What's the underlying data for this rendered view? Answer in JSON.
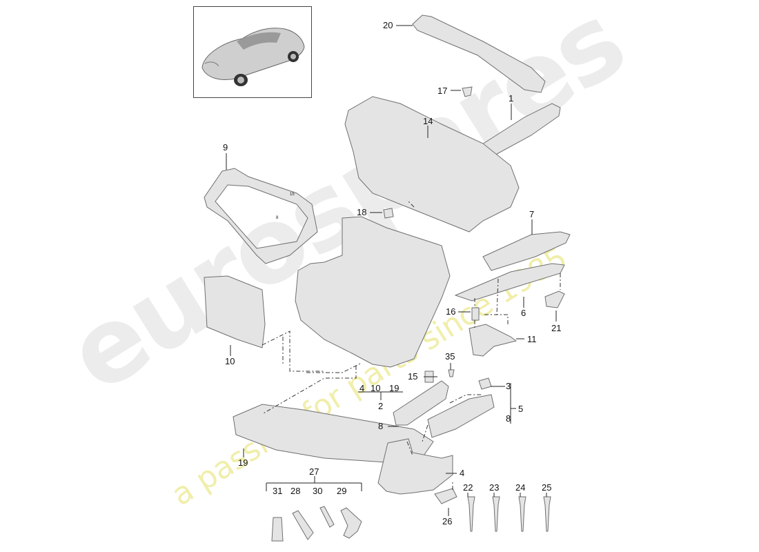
{
  "watermark": {
    "brand": "eurospares",
    "tagline": "a passion for parts since 1985",
    "brand_color": "#e9e9e9",
    "tagline_color": "#f2f0a8"
  },
  "thumbnail": {
    "icon": "car-icon"
  },
  "part_numbers": {
    "p1": "1",
    "p2": "2",
    "p3": "3",
    "p4a": "4",
    "p4b": "4",
    "p5": "5",
    "p6": "6",
    "p7": "7",
    "p8a": "8",
    "p8b": "8",
    "p8c": "8",
    "p9": "9",
    "p10a": "10",
    "p10b": "10",
    "p11": "11",
    "p14": "14",
    "p15a": "15",
    "p15b": "15",
    "p16": "16",
    "p17": "17",
    "p18": "18",
    "p19a": "19",
    "p19b": "19",
    "p20": "20",
    "p21": "21",
    "p22": "22",
    "p23": "23",
    "p24": "24",
    "p25": "25",
    "p26": "26",
    "p27": "27",
    "p28": "28",
    "p29": "29",
    "p30": "30",
    "p31": "31",
    "p35": "35"
  },
  "colors": {
    "part_fill": "#e4e4e4",
    "part_stroke": "#6e6e6e",
    "leader": "#222222"
  }
}
